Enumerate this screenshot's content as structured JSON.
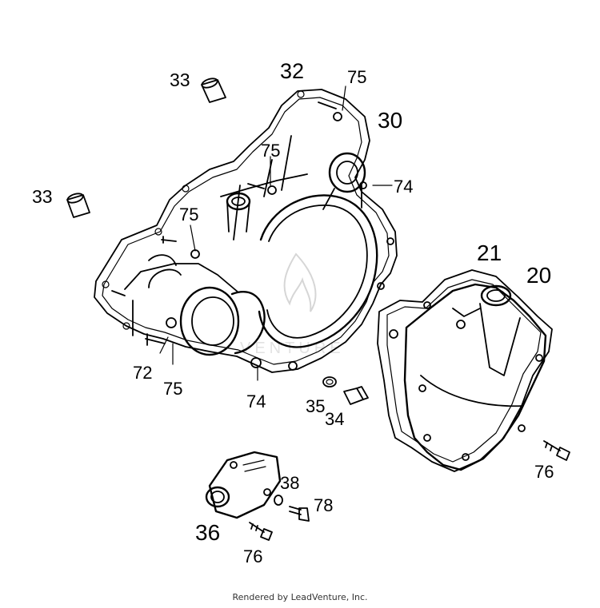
{
  "callouts": {
    "c33a": "33",
    "c33b": "33",
    "c32": "32",
    "c75a": "75",
    "c30": "30",
    "c75b": "75",
    "c74a": "74",
    "c75c": "75",
    "c21": "21",
    "c20": "20",
    "c72": "72",
    "c75d": "75",
    "c74b": "74",
    "c35": "35",
    "c34": "34",
    "c76a": "76",
    "c38": "38",
    "c78": "78",
    "c36": "36",
    "c76b": "76"
  },
  "footer": "Rendered by LeadVenture, Inc."
}
